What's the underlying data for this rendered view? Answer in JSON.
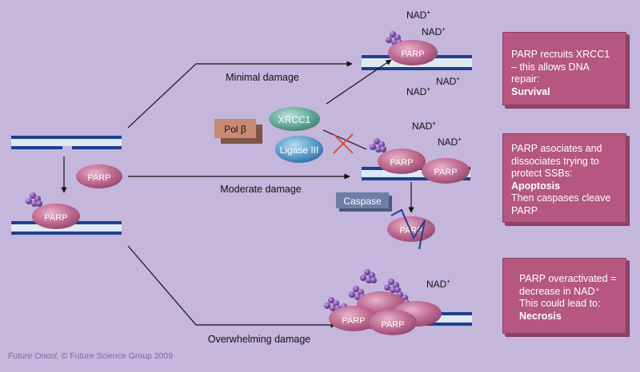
{
  "labels": {
    "parp": "PARP",
    "nad": "NAD",
    "nad_sup": "+",
    "xrcc1": "XRCC1",
    "ligase": "Ligase III",
    "polb": "Pol β",
    "caspase": "Caspase",
    "minimal": "Minimal damage",
    "moderate": "Moderate damage",
    "overwhelming": "Overwhelming damage"
  },
  "boxes": {
    "survival": {
      "line1": "PARP recruits XRCC1",
      "line2": "– this allows DNA repair:",
      "bold": "Survival"
    },
    "apoptosis": {
      "line1": "PARP asociates and",
      "line2": "dissociates trying to",
      "line3": "protect SSBs:",
      "bold": "Apoptosis",
      "line4": "Then caspases cleave",
      "line5": "PARP"
    },
    "necrosis": {
      "line1": "PARP overactivated =",
      "line2": "decrease in NAD⁺",
      "line3": "This could lead to:",
      "bold": "Necrosis"
    }
  },
  "credit": {
    "journal": "Future Oncol.",
    "rest": " © Future Science Group 2009"
  },
  "colors": {
    "background": "#c5b6dc",
    "dna_blue": "#1f3f8f",
    "dna_fill": "#dfe9f3",
    "parp": "#b65e85",
    "box": "#b5577f",
    "xrcc1": "#5fa89a",
    "ligase": "#4d90bd",
    "polb": "#c98a74",
    "caspase": "#6d7fa6",
    "poly_adp": "#6a3a8f",
    "inhibit_x": "#d8453a"
  }
}
